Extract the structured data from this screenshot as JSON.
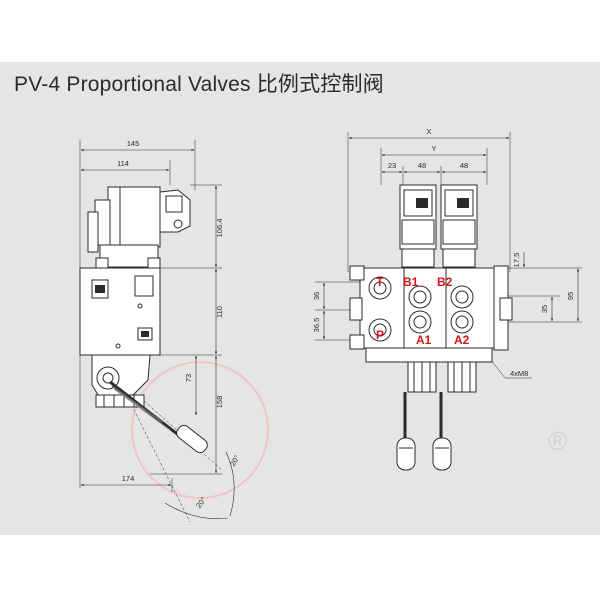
{
  "title": "PV-4 Proportional Valves 比例式控制阀",
  "watermark": {
    "registered_mark": "®"
  },
  "side_view": {
    "dimensions": {
      "overall_width": "145",
      "body_width": "114",
      "coil_height": "106.4",
      "body_height": "110",
      "lever_offset": "73",
      "lever_height": "158",
      "lever_reach": "174",
      "lever_angle_front": "20°",
      "lever_angle_back": "20°"
    }
  },
  "front_view": {
    "dimensions": {
      "overall_width": "X",
      "section_span": "Y",
      "inlet_width": "23",
      "section_1_width": "48",
      "section_2_width": "48",
      "port_spacing_upper": "36",
      "port_spacing_lower": "36.5",
      "top_offset": "17.5",
      "mount_spacing": "35",
      "overall_height": "95",
      "mount_holes": "4xM8"
    },
    "ports": {
      "tank": "T",
      "pressure": "P",
      "b1": "B1",
      "b2": "B2",
      "a1": "A1",
      "a2": "A2"
    }
  }
}
